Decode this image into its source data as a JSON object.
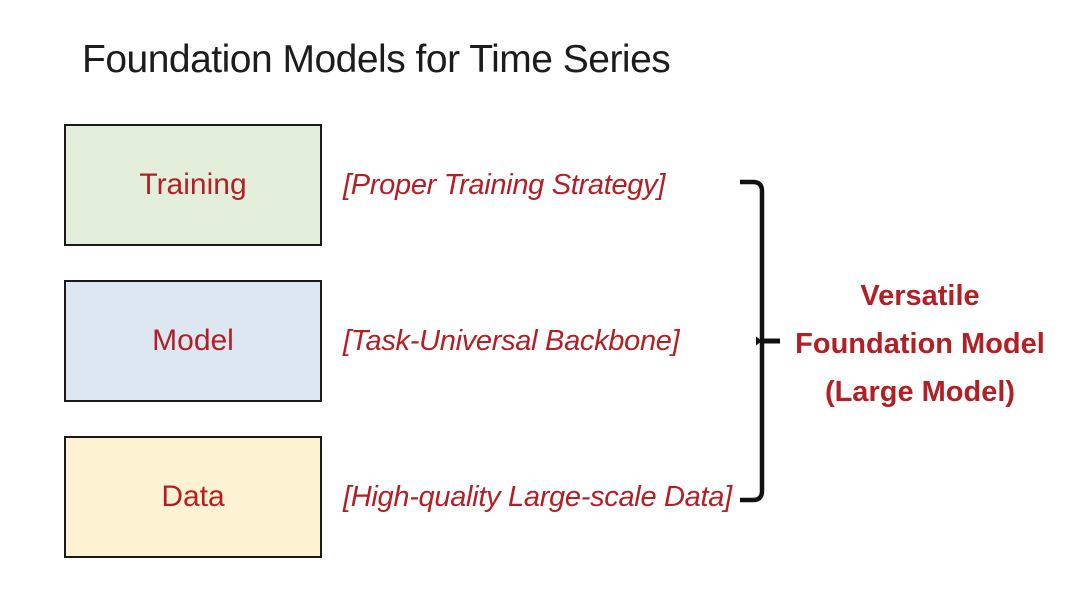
{
  "title": "Foundation Models for Time Series",
  "colors": {
    "accent_red": "#b21f24",
    "line_black": "#1a1a1a",
    "background": "#ffffff"
  },
  "rows": [
    {
      "label": "Training",
      "fill": "#e4efdb",
      "border": "#1a1a1a",
      "annotation": "[Proper Training Strategy]"
    },
    {
      "label": "Model",
      "fill": "#dde7f2",
      "border": "#1a1a1a",
      "annotation": "[Task-Universal Backbone]"
    },
    {
      "label": "Data",
      "fill": "#fdf3d2",
      "border": "#1a1a1a",
      "annotation": "[High-quality Large-scale Data]"
    }
  ],
  "icons": {
    "brace": "right-brace-bracket"
  },
  "result": {
    "lines": [
      "Versatile",
      "Foundation Model",
      "(Large Model)"
    ]
  }
}
